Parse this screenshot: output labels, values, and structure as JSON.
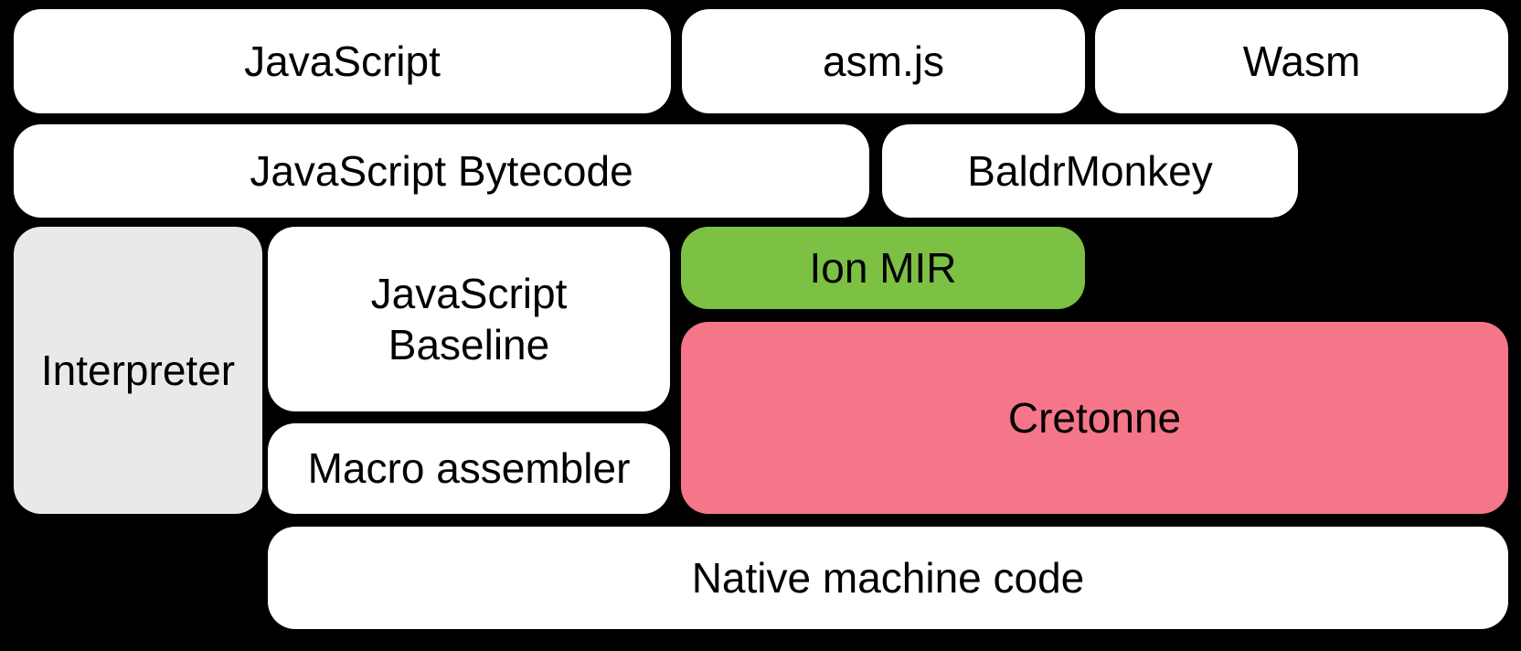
{
  "diagram": {
    "boxes": {
      "javascript": {
        "label": "JavaScript"
      },
      "asmjs": {
        "label": "asm.js"
      },
      "wasm": {
        "label": "Wasm"
      },
      "javascript_bytecode": {
        "label": "JavaScript Bytecode"
      },
      "baldrmonkey": {
        "label": "BaldrMonkey"
      },
      "interpreter": {
        "label": "Interpreter"
      },
      "javascript_baseline": {
        "label": "JavaScript Baseline",
        "line1": "JavaScript",
        "line2": "Baseline"
      },
      "ion_mir": {
        "label": "Ion MIR"
      },
      "cretonne": {
        "label": "Cretonne"
      },
      "macro_assembler": {
        "label": "Macro assembler"
      },
      "native_machine_code": {
        "label": "Native machine code"
      }
    },
    "colors": {
      "background": "#000000",
      "box_white": "#ffffff",
      "box_gray": "#e9e9e9",
      "box_green": "#7cc143",
      "box_pink": "#f57689",
      "text": "#000000"
    }
  }
}
